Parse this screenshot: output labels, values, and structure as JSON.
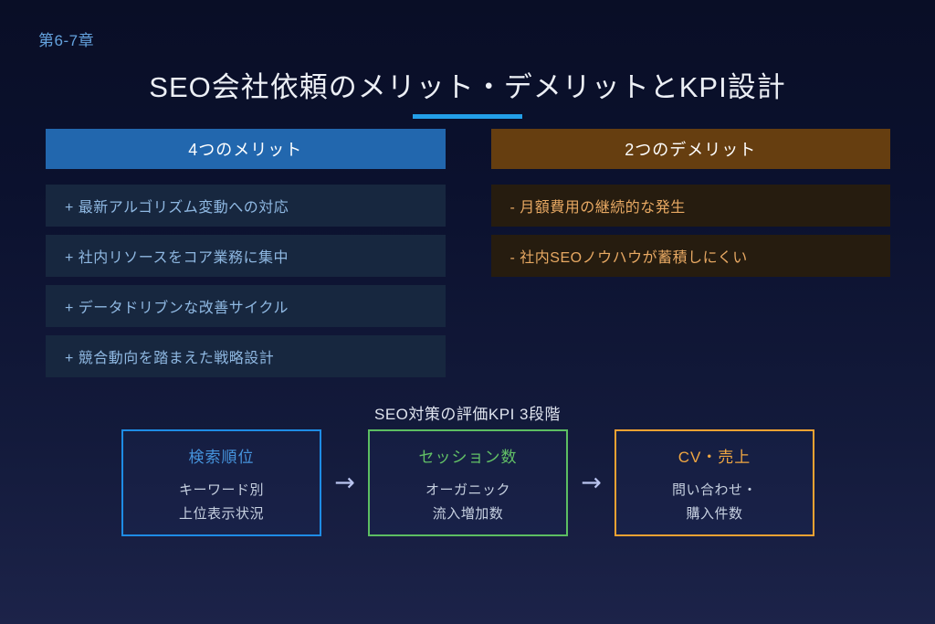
{
  "slide": {
    "chapter": "第6-7章",
    "title": "SEO会社依頼のメリット・デメリットとKPI設計"
  },
  "merits": {
    "header": "4つのメリット",
    "items": [
      "+ 最新アルゴリズム変動への対応",
      "+ 社内リソースをコア業務に集中",
      "+ データドリブンな改善サイクル",
      "+ 競合動向を踏まえた戦略設計"
    ]
  },
  "demerits": {
    "header": "2つのデメリット",
    "items": [
      "- 月額費用の継続的な発生",
      "- 社内SEOノウハウが蓄積しにくい"
    ]
  },
  "kpi": {
    "label": "SEO対策の評価KPI 3段階",
    "arrow": "→",
    "steps": [
      {
        "title": "検索順位",
        "line1": "キーワード別",
        "line2": "上位表示状況",
        "color": "#1e8ce5"
      },
      {
        "title": "セッション数",
        "line1": "オーガニック",
        "line2": "流入増加数",
        "color": "#5cbe62"
      },
      {
        "title": "CV・売上",
        "line1": "問い合わせ・",
        "line2": "購入件数",
        "color": "#f0a232"
      }
    ]
  },
  "colors": {
    "background_top": "#090e26",
    "background_bottom": "#1c2349",
    "chapter_text": "#64a2de",
    "title_text": "#eceff5",
    "title_underline": "#239fe8",
    "merit_header_bg": "#2267ae",
    "merit_item_bg": "#17273f",
    "merit_item_text": "#8fb8e2",
    "demerit_header_bg": "#663e10",
    "demerit_item_bg": "#261c0f",
    "demerit_item_text": "#e8a963",
    "kpi_body_text": "#c6d0e0",
    "arrow_color": "#b9c3ef"
  }
}
